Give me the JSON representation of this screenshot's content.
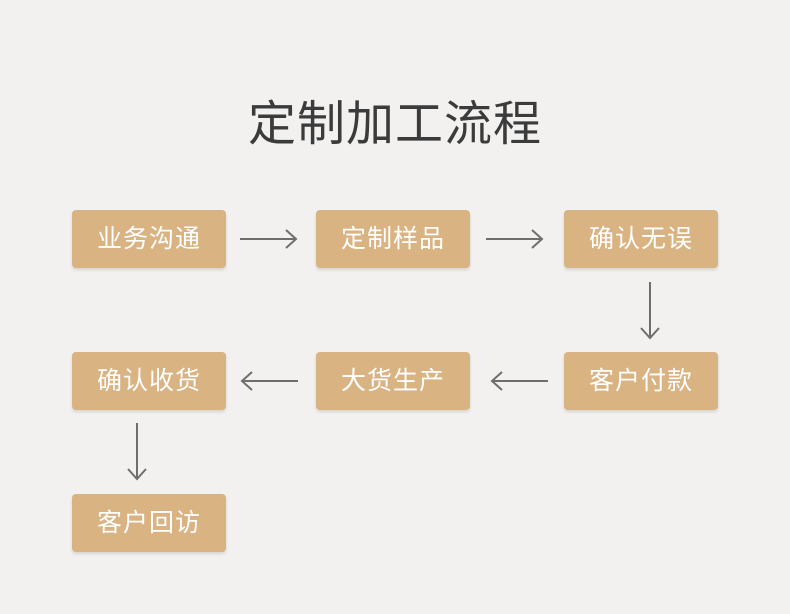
{
  "title": "定制加工流程",
  "colors": {
    "background": "#f2f1f0",
    "step_fill": "#d9b382",
    "step_text": "#ffffff",
    "arrow": "#6e6e6e",
    "title": "#3b3b3b"
  },
  "steps": [
    {
      "label": "业务沟通"
    },
    {
      "label": "定制样品"
    },
    {
      "label": "确认无误"
    },
    {
      "label": "客户付款"
    },
    {
      "label": "大货生产"
    },
    {
      "label": "确认收货"
    },
    {
      "label": "客户回访"
    }
  ],
  "arrows": [
    {
      "from": "业务沟通",
      "to": "定制样品",
      "direction": "right"
    },
    {
      "from": "定制样品",
      "to": "确认无误",
      "direction": "right"
    },
    {
      "from": "确认无误",
      "to": "客户付款",
      "direction": "down"
    },
    {
      "from": "客户付款",
      "to": "大货生产",
      "direction": "left"
    },
    {
      "from": "大货生产",
      "to": "确认收货",
      "direction": "left"
    },
    {
      "from": "确认收货",
      "to": "客户回访",
      "direction": "down"
    }
  ]
}
